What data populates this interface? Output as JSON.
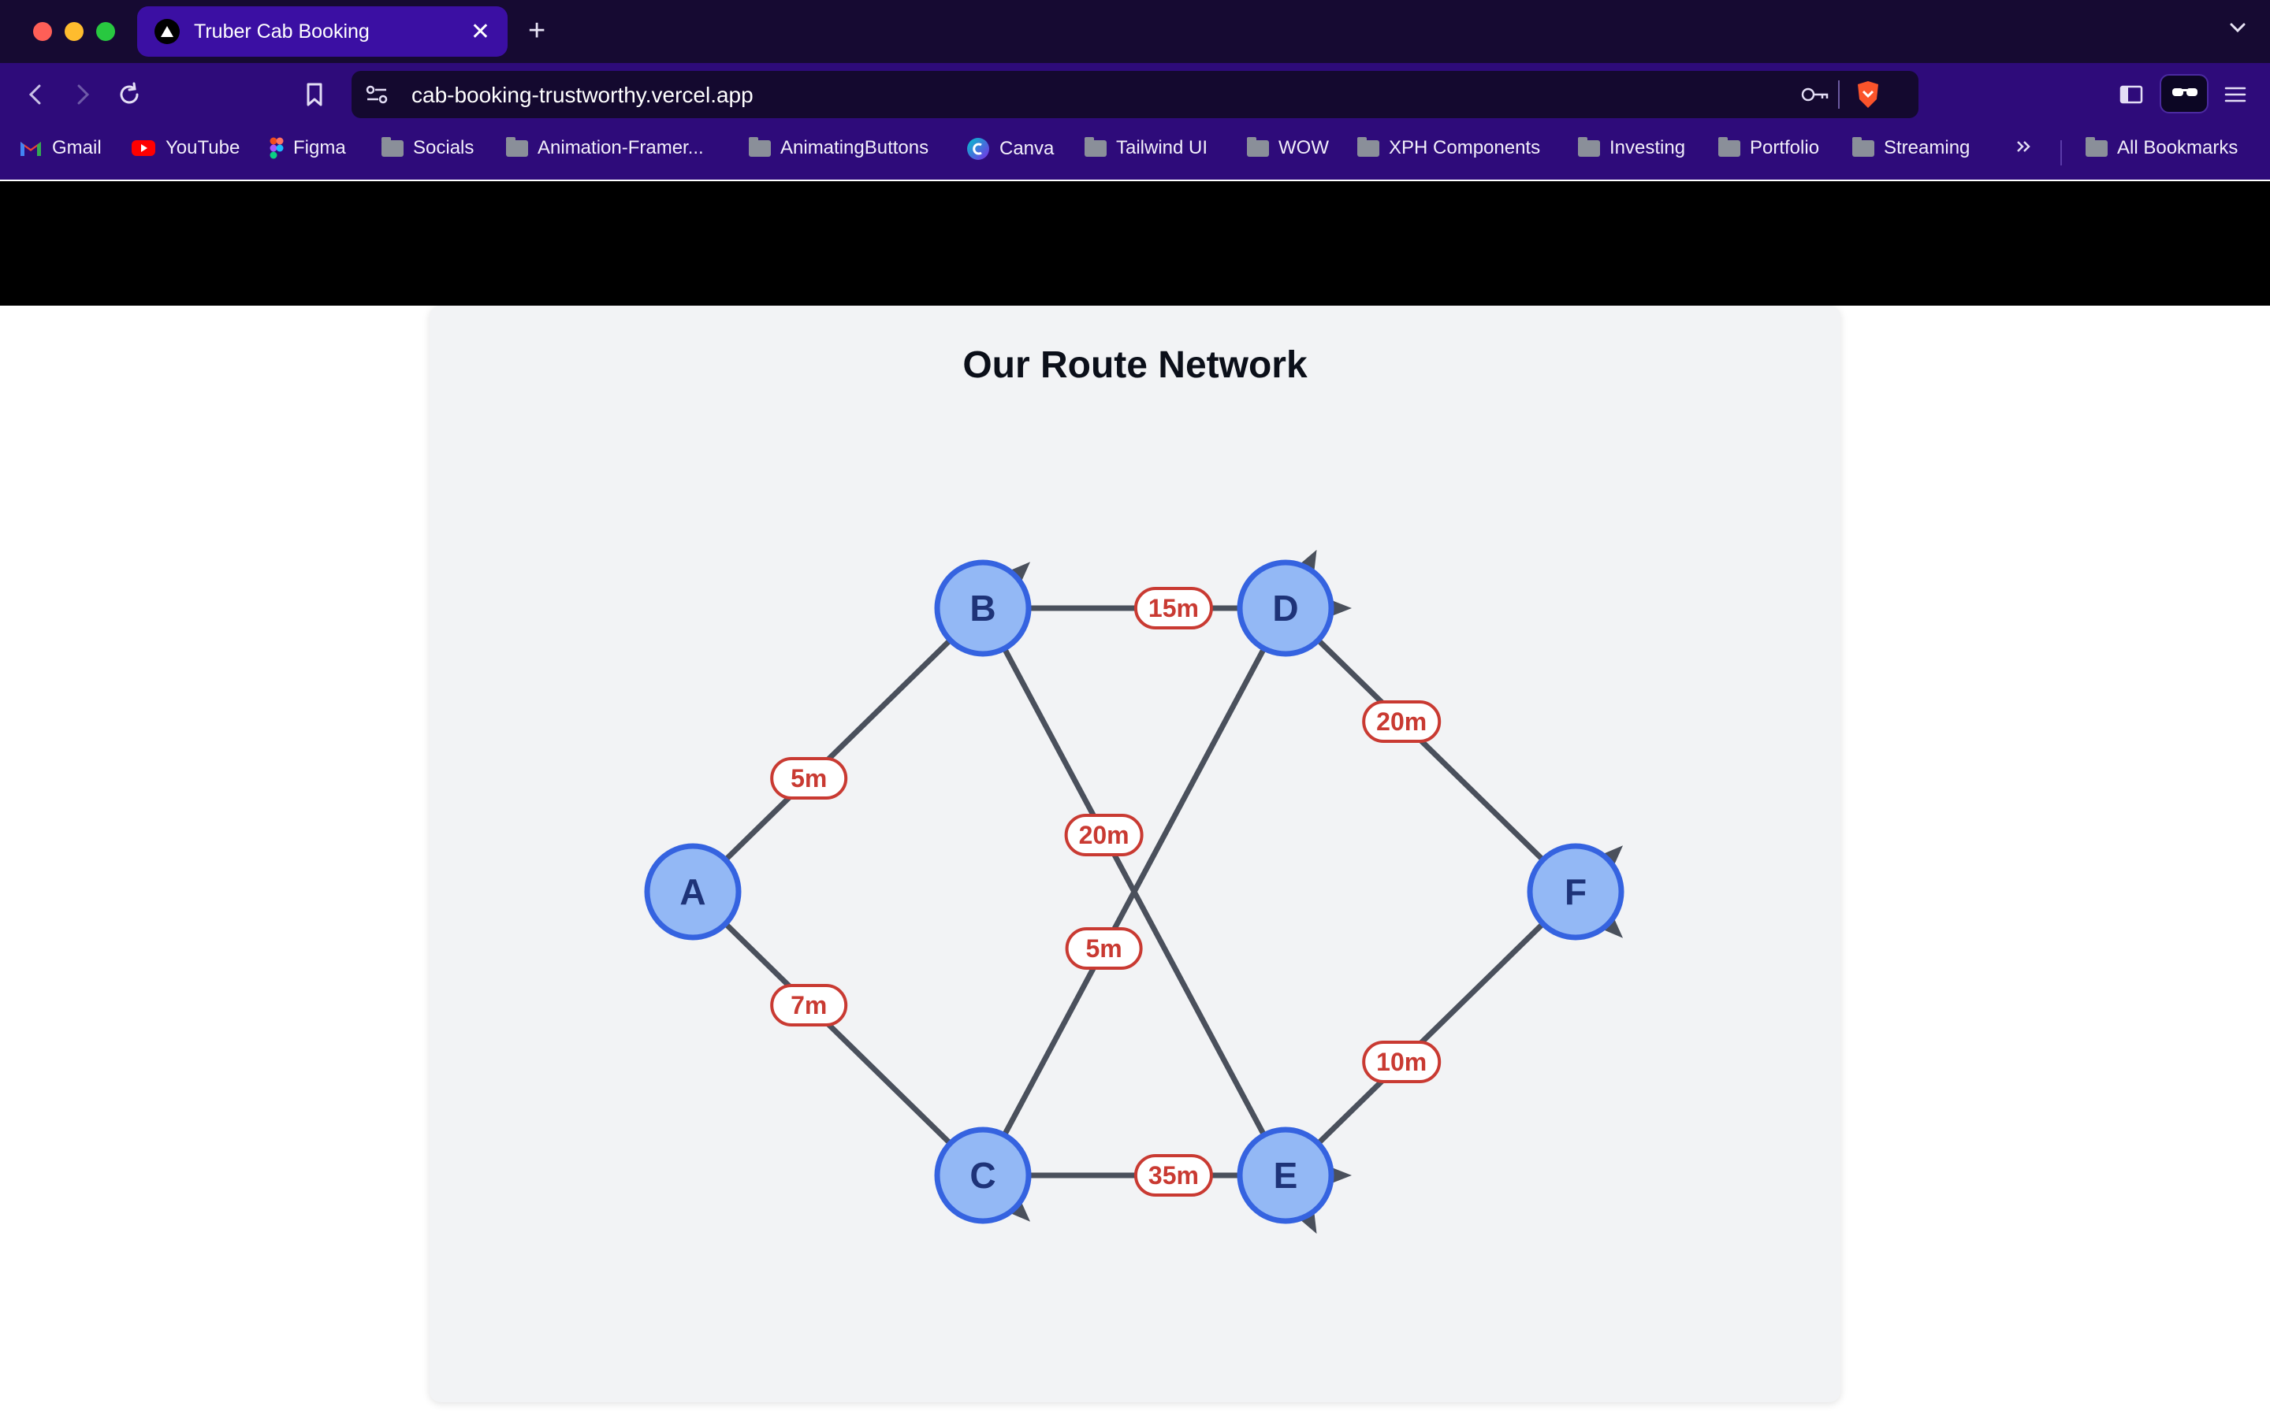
{
  "browser": {
    "tab_title": "Truber Cab Booking",
    "url": "cab-booking-trustworthy.vercel.app",
    "bookmarks": [
      "Gmail",
      "YouTube",
      "Figma",
      "Socials",
      "Animation-Framer...",
      "AnimatingButtons",
      "Canva",
      "Tailwind UI",
      "WOW",
      "XPH Components",
      "Investing",
      "Portfolio",
      "Streaming"
    ],
    "all_bookmarks": "All Bookmarks"
  },
  "page": {
    "title": "Our Route Network"
  },
  "network": {
    "node_fill": "#93b8f5",
    "node_stroke": "#3563e0",
    "node_text": "#1e3378",
    "edge_color": "#4a505c",
    "label_color": "#c93a32",
    "nodes": [
      {
        "id": "A",
        "col": 0,
        "row": 1
      },
      {
        "id": "B",
        "col": 1,
        "row": 0
      },
      {
        "id": "C",
        "col": 1,
        "row": 2
      },
      {
        "id": "D",
        "col": 2,
        "row": 0
      },
      {
        "id": "E",
        "col": 2,
        "row": 2
      },
      {
        "id": "F",
        "col": 3,
        "row": 1
      }
    ],
    "edges": [
      {
        "from": "A",
        "to": "B",
        "label": "5m"
      },
      {
        "from": "A",
        "to": "C",
        "label": "7m"
      },
      {
        "from": "B",
        "to": "D",
        "label": "15m"
      },
      {
        "from": "B",
        "to": "E",
        "label": "20m"
      },
      {
        "from": "C",
        "to": "D",
        "label": "5m"
      },
      {
        "from": "C",
        "to": "E",
        "label": "35m"
      },
      {
        "from": "D",
        "to": "F",
        "label": "20m"
      },
      {
        "from": "E",
        "to": "F",
        "label": "10m"
      }
    ]
  }
}
